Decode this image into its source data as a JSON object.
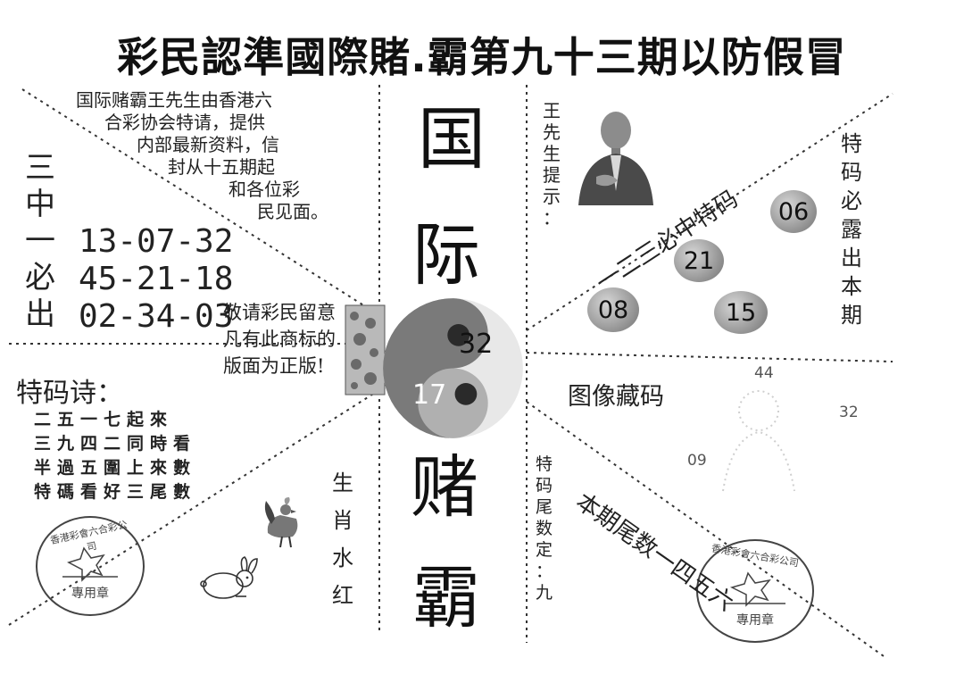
{
  "title": "彩民認準國際賭.霸第九十三期以防假冒",
  "intro_lines": [
    "国际赌霸王先生由香港六",
    "合彩协会特请，提供",
    "内部最新资料，信",
    "封从十五期起",
    "和各位彩",
    "民见面。"
  ],
  "sanzhong": [
    "三",
    "中",
    "一",
    "必",
    "出"
  ],
  "number_rows": [
    "13-07-32",
    "45-21-18",
    "02-34-03"
  ],
  "notice_lines": [
    "敬请彩民留意",
    "凡有此商标的",
    "版面为正版!"
  ],
  "poem": {
    "title": "特码诗：",
    "lines": [
      "二五一七起來",
      "三九四二同時看",
      "半過五圍上來數",
      "特碼看好三尾數"
    ]
  },
  "center_chars": [
    "国",
    "际",
    "赌",
    "霸"
  ],
  "yinyang": {
    "num_top": "32",
    "num_bottom": "17"
  },
  "wang_tip": [
    "王",
    "先",
    "生",
    "提",
    "示",
    "："
  ],
  "diag_tema": "一二三必中特码",
  "tema_vert": [
    "特",
    "码",
    "必",
    "露",
    "出",
    "本",
    "期"
  ],
  "balls": [
    "06",
    "21",
    "08",
    "15"
  ],
  "tuxiang": "图像藏码",
  "hidden_numbers": [
    "44",
    "32",
    "09"
  ],
  "weishu_vert": [
    "特",
    "码",
    "尾",
    "数",
    "定",
    "：",
    "九"
  ],
  "diag_weishu": "本期尾数一四五六",
  "shengxiao_vert": [
    "生",
    "肖",
    "水",
    "红"
  ],
  "seal_left": {
    "ring": "香港彩會六合彩公司",
    "center": "專用章"
  },
  "seal_right": {
    "ring": "香港彩會六合彩公司",
    "center": "專用章"
  }
}
